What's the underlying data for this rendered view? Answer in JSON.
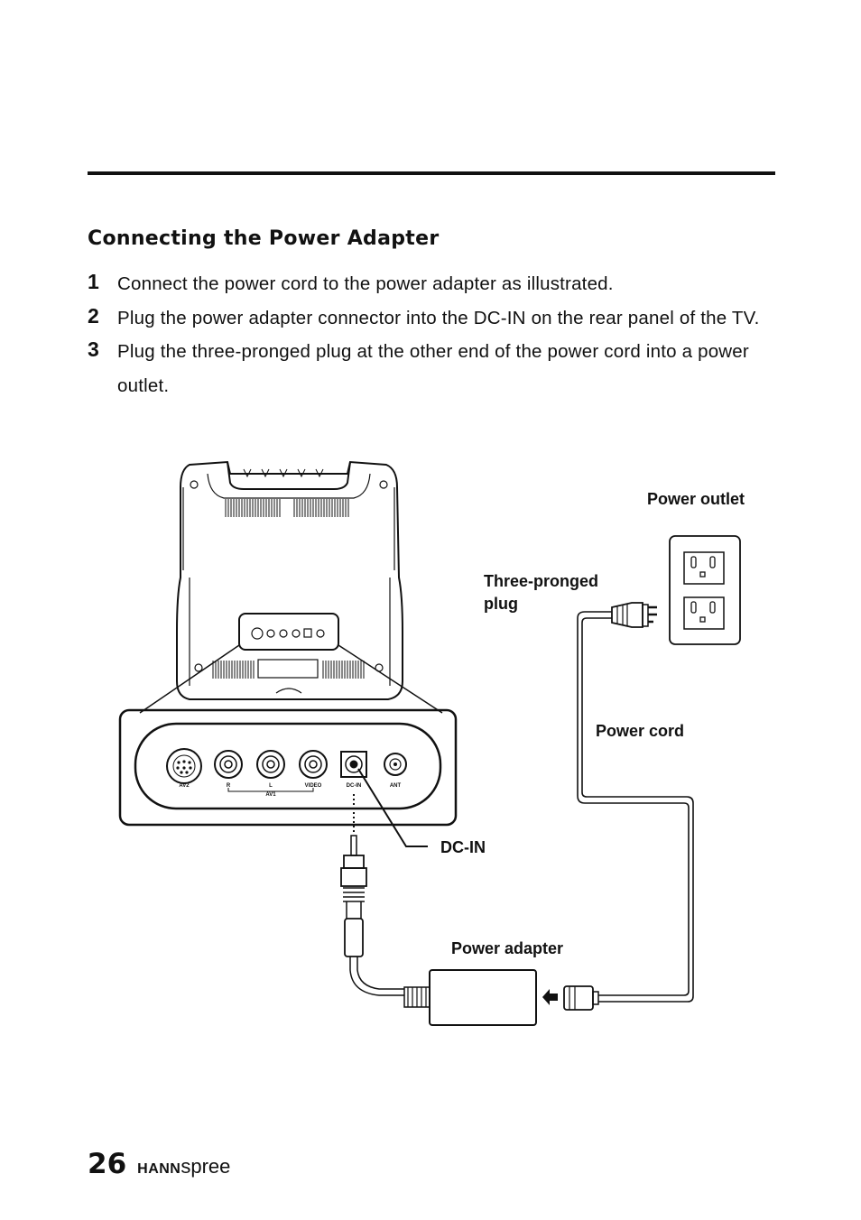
{
  "section": {
    "title": "Connecting the Power Adapter"
  },
  "steps": [
    {
      "number": "1",
      "text": "Connect the power cord to the power adapter as illustrated."
    },
    {
      "number": "2",
      "text": "Plug the power adapter connector into the DC-IN on the rear panel of the TV."
    },
    {
      "number": "3",
      "text": "Plug the three-pronged plug at the other end of the power cord into a power outlet."
    }
  ],
  "diagram": {
    "labels": {
      "power_outlet": "Power outlet",
      "plug_line1": "Three-pronged",
      "plug_line2": "plug",
      "power_cord": "Power cord",
      "dc_in": "DC-IN",
      "power_adapter": "Power adapter"
    },
    "panel": {
      "av2": "AV2",
      "r": "R",
      "l": "L",
      "av1": "AV1",
      "video": "VIDEO",
      "dcin": "DC-IN",
      "ant": "ANT"
    }
  },
  "footer": {
    "page_number": "26",
    "brand_bold": "HANN",
    "brand_light": "spree"
  }
}
